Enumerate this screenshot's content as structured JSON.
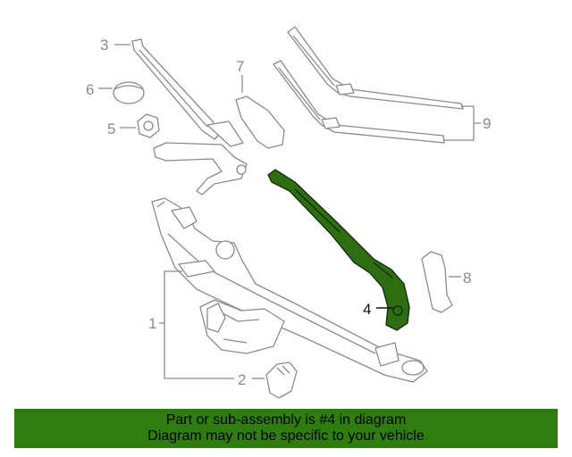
{
  "callouts": {
    "c1": "1",
    "c2": "2",
    "c3": "3",
    "c4": "4",
    "c5": "5",
    "c6": "6",
    "c7": "7",
    "c8": "8",
    "c9": "9"
  },
  "highlighted_part": "4",
  "colors": {
    "highlight_fill": "#2e6e10",
    "banner": "#2e7d0e",
    "line_art": "#8a8a8a"
  },
  "banner": {
    "line1": "Part or sub-assembly is #4 in diagram",
    "line2": "Diagram may not be specific to your vehicle"
  }
}
